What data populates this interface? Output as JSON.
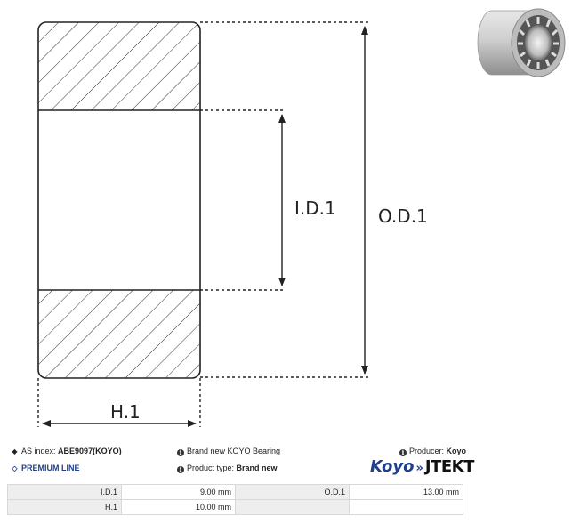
{
  "diagram": {
    "labels": {
      "inner_diameter": "I.D.1",
      "outer_diameter": "O.D.1",
      "height": "H.1"
    }
  },
  "product_image": {
    "icon": "needle-bearing-photo"
  },
  "info": {
    "as_index_label": "AS index:",
    "as_index_value": "ABE9097(KOYO)",
    "premium_line": "PREMIUM LINE",
    "brand_new_text": "Brand new KOYO Bearing",
    "product_type_label": "Product type:",
    "product_type_value": "Brand new",
    "producer_label": "Producer:",
    "producer_value": "Koyo",
    "logo_koyo": "Koyo",
    "logo_jtekt": "JTEKT",
    "colors": {
      "brand_blue": "#1f3f8f"
    }
  },
  "dimensions": {
    "rows": [
      {
        "k1": "I.D.1",
        "v1": "9.00 mm",
        "k2": "O.D.1",
        "v2": "13.00 mm"
      },
      {
        "k1": "H.1",
        "v1": "10.00 mm",
        "k2": "",
        "v2": ""
      }
    ]
  }
}
